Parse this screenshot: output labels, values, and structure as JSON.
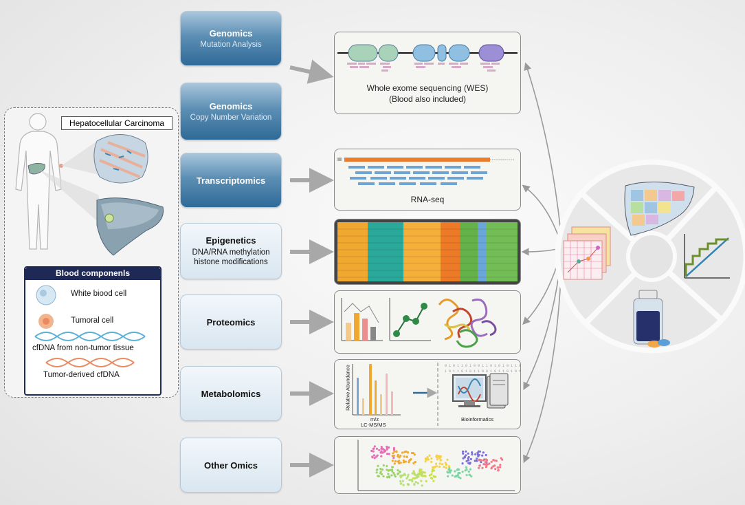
{
  "hcc": {
    "title": "Hepatocellular Carcinoma",
    "blood_title": "Blood componenls",
    "components": [
      "White biood cell",
      "Tumoral cell",
      "cfDNA from non-tumor tissue",
      "Tumor-derived cfDNA"
    ]
  },
  "omics": [
    {
      "title": "Genomics",
      "subtitle": "Mutation Analysis"
    },
    {
      "title": "Genomics",
      "subtitle": "Copy Number Variation"
    },
    {
      "title": "Transcriptomics",
      "subtitle": ""
    },
    {
      "title": "Epigenetics",
      "subtitle": "DNA/RNA methylation\nhistone modifications"
    },
    {
      "title": "Proteomics",
      "subtitle": ""
    },
    {
      "title": "Metabolomics",
      "subtitle": ""
    },
    {
      "title": "Other Omics",
      "subtitle": ""
    }
  ],
  "panels": {
    "wes_line1": "Whole exome sequencing (WES)",
    "wes_line2": "(Blood also included)",
    "rnaseq": "RNA-seq",
    "ms_ylabel": "Relative Abundance",
    "ms_xlabel": "m/z",
    "ms_method": "LC-MS/MS",
    "bioinformatics": "Bioinformatics"
  },
  "colors": {
    "omic_dark": "#2f6a98",
    "omic_light": "#d9e6f0",
    "blood_header": "#1e2a55",
    "arrow": "#a8a8a8",
    "heat_orange": "#f0a830",
    "heat_teal": "#2aa89a",
    "heat_green": "#66b24a"
  }
}
